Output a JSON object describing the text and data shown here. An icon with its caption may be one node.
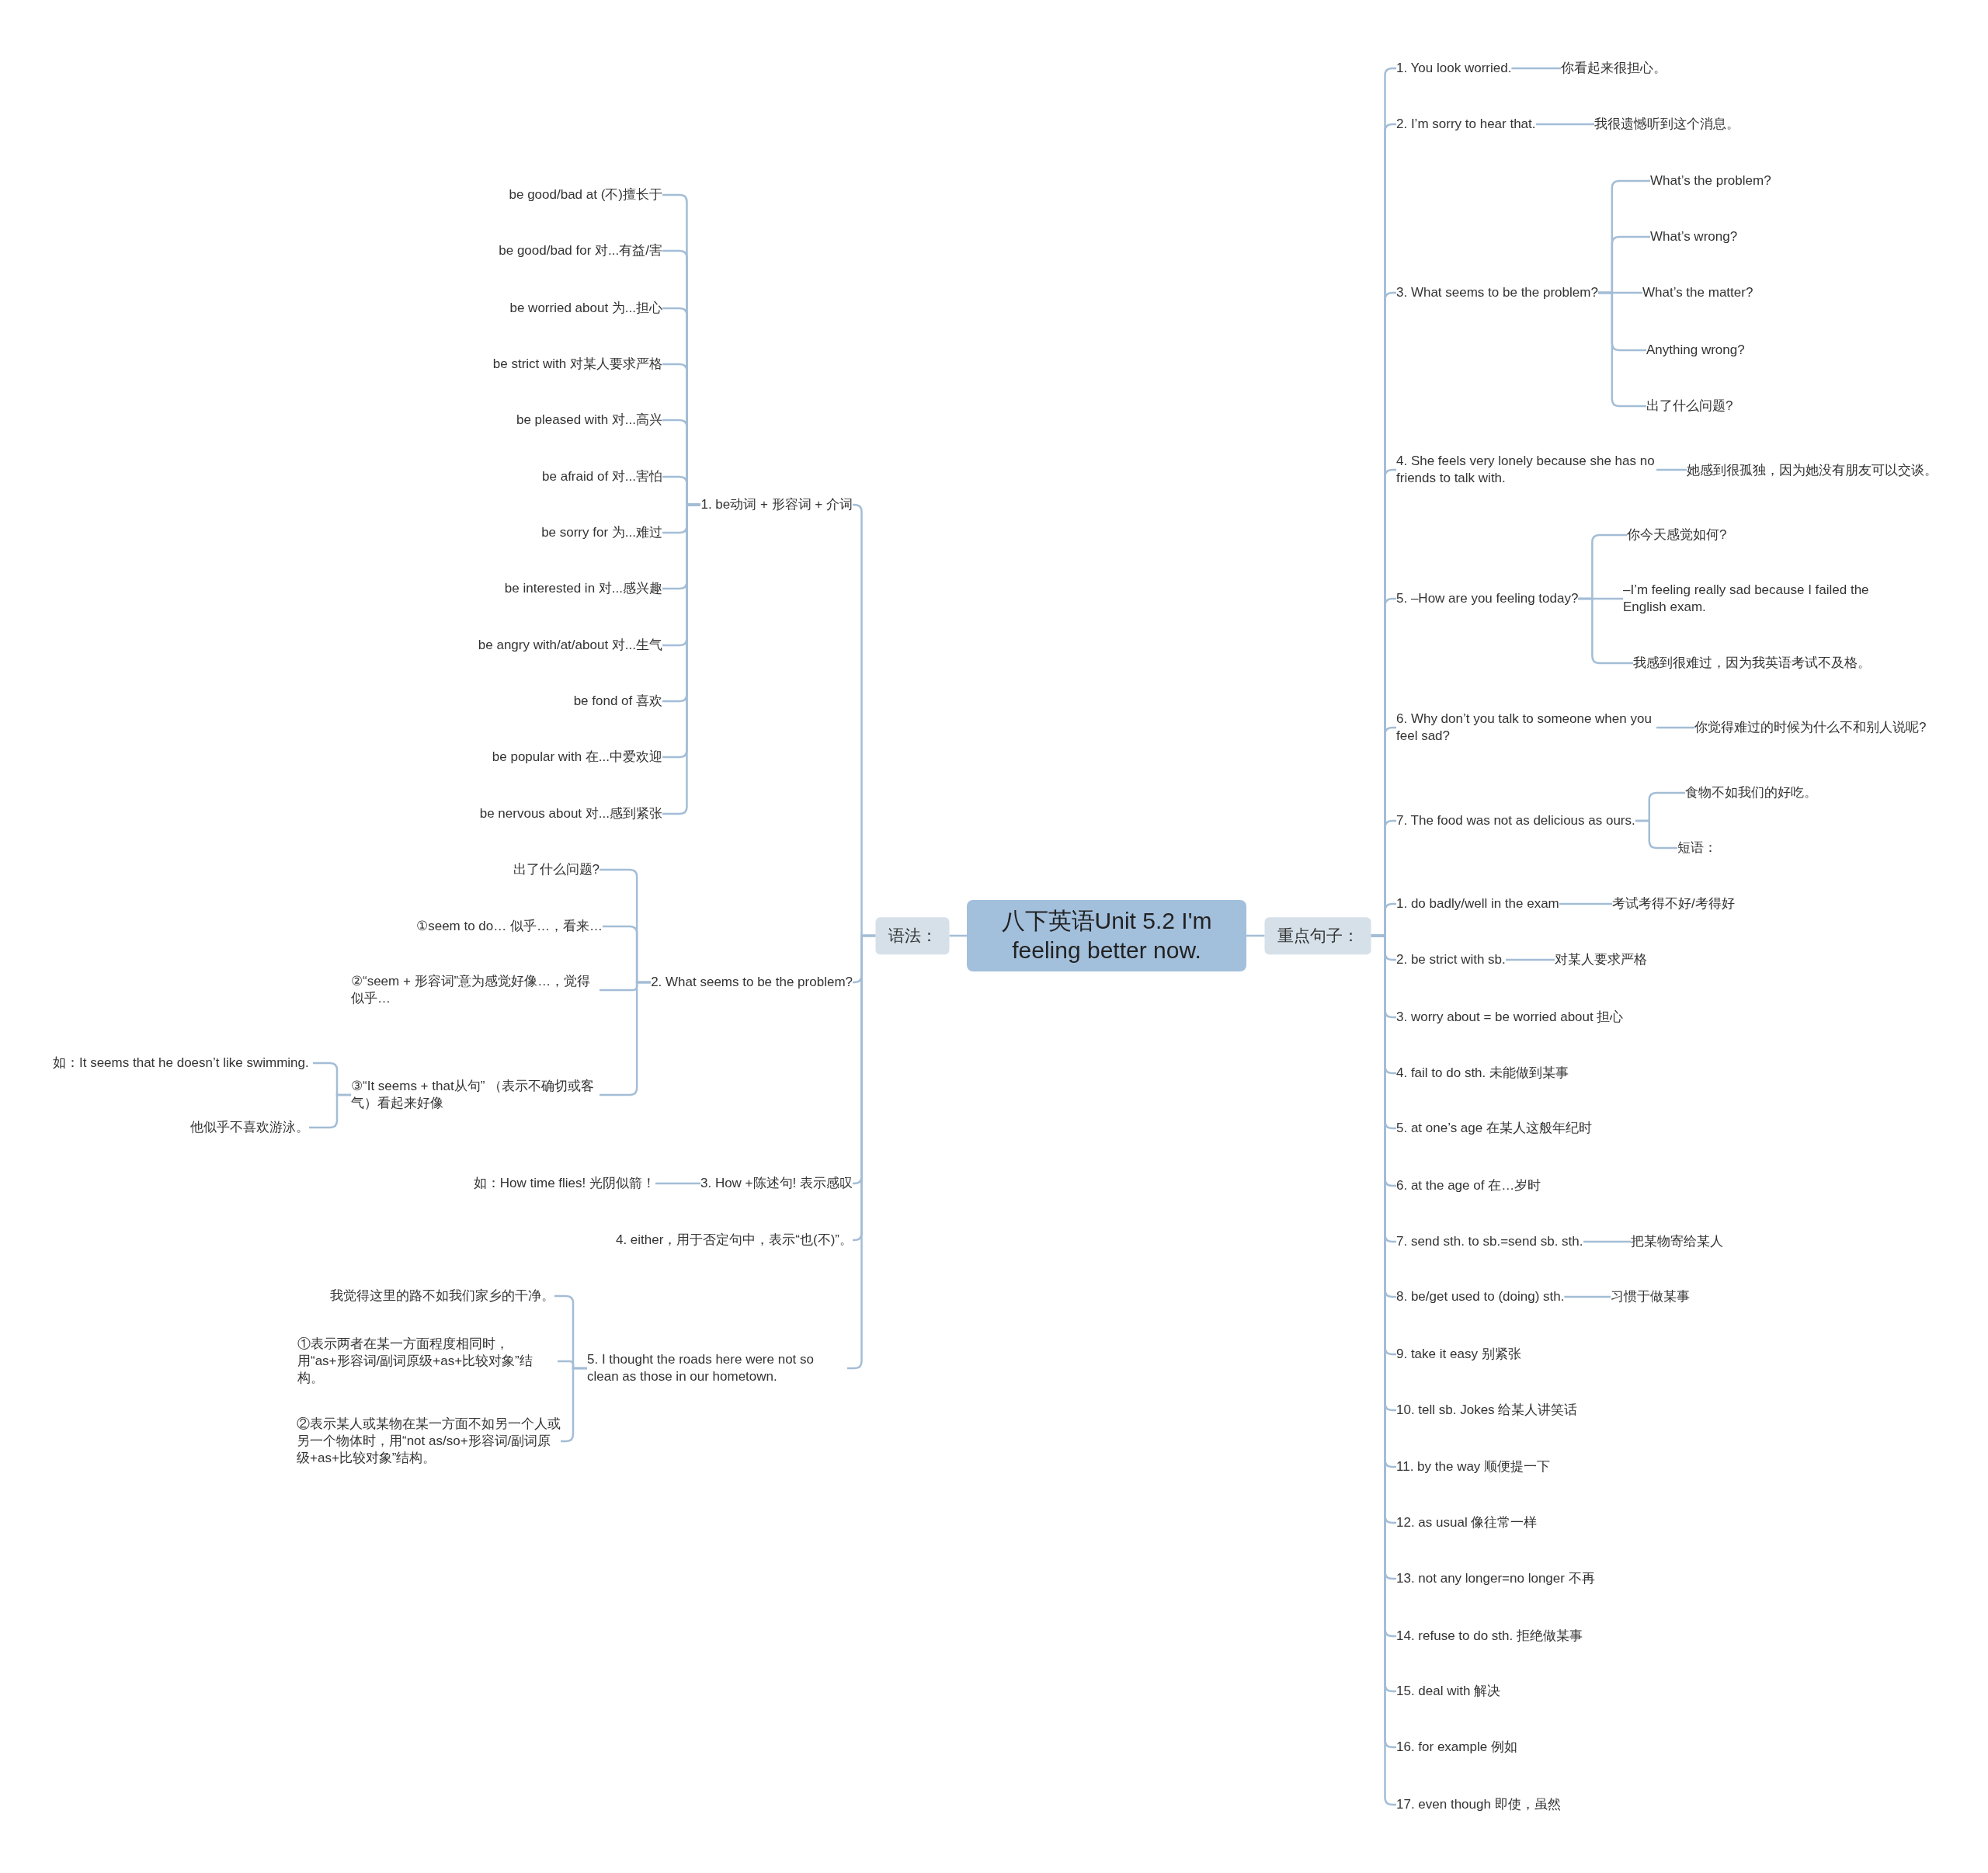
{
  "diagram": {
    "nodes": [
      {
        "text": [
          "八下英语Unit 5.2 I'm feeling better now."
        ]
      },
      {
        "text": [
          "语法："
        ]
      },
      {
        "text": [
          "重点句子："
        ]
      },
      {
        "text": [
          "1. be动词 + 形容词 + 介词"
        ]
      },
      {
        "text": [
          "be good/bad at (不)擅长于"
        ]
      },
      {
        "text": [
          "be good/bad for 对...有益/害"
        ]
      },
      {
        "text": [
          "be worried about 为...担心"
        ]
      },
      {
        "text": [
          "be strict with 对某人要求严格"
        ]
      },
      {
        "text": [
          "be pleased with 对...高兴"
        ]
      },
      {
        "text": [
          "be afraid of 对...害怕"
        ]
      },
      {
        "text": [
          "be sorry for 为...难过"
        ]
      },
      {
        "text": [
          "be interested in 对...感兴趣"
        ]
      },
      {
        "text": [
          "be angry with/at/about 对...生气"
        ]
      },
      {
        "text": [
          "be fond of 喜欢"
        ]
      },
      {
        "text": [
          "be popular with 在...中爱欢迎"
        ]
      },
      {
        "text": [
          "be nervous about 对...感到紧张"
        ]
      },
      {
        "text": [
          "2. What seems to be the problem?"
        ]
      },
      {
        "text": [
          "出了什么问题?"
        ]
      },
      {
        "text": [
          "①seem to do… 似乎…，看来…"
        ]
      },
      {
        "text": [
          "②“seem + 形容词”意为感觉好像…，觉得似乎…"
        ]
      },
      {
        "text": [
          "③“It seems + that从句” （表示不确切或客气）看起来好像"
        ]
      },
      {
        "text": [
          "如：It seems that he doesn’t like swimming."
        ]
      },
      {
        "text": [
          "他似乎不喜欢游泳。"
        ]
      },
      {
        "text": [
          "3. How +陈述句! 表示感叹"
        ]
      },
      {
        "text": [
          "如：How time flies! 光阴似箭！"
        ]
      },
      {
        "text": [
          "4. either，用于否定句中，表示“也(不)”。"
        ]
      },
      {
        "text": [
          "5. I thought the roads here were not so clean as those in our hometown."
        ]
      },
      {
        "text": [
          "我觉得这里的路不如我们家乡的干净。"
        ]
      },
      {
        "text": [
          "①表示两者在某一方面程度相同时，用“as+形容词/副词原级+as+比较对象”结构。"
        ]
      },
      {
        "text": [
          "②表示某人或某物在某一方面不如另一个人或另一个物体时，用“not as/so+形容词/副词原级+as+比较对象”结构。"
        ]
      },
      {
        "text": [
          "1. You look worried."
        ]
      },
      {
        "text": [
          "你看起来很担心。"
        ]
      },
      {
        "text": [
          "2. I’m sorry to hear that."
        ]
      },
      {
        "text": [
          "我很遗憾听到这个消息。"
        ]
      },
      {
        "text": [
          "3. What seems to be the problem?"
        ]
      },
      {
        "text": [
          "What’s the problem?"
        ]
      },
      {
        "text": [
          "What’s wrong?"
        ]
      },
      {
        "text": [
          "What’s the matter?"
        ]
      },
      {
        "text": [
          "Anything wrong?"
        ]
      },
      {
        "text": [
          "出了什么问题?"
        ]
      },
      {
        "text": [
          "4. She feels very lonely because she has no friends to talk with."
        ]
      },
      {
        "text": [
          "她感到很孤独，因为她没有朋友可以交谈。"
        ]
      },
      {
        "text": [
          "5. –How are you feeling today?"
        ]
      },
      {
        "text": [
          "你今天感觉如何?"
        ]
      },
      {
        "text": [
          "–I’m feeling really sad because I failed the English exam."
        ]
      },
      {
        "text": [
          "我感到很难过，因为我英语考试不及格。"
        ]
      },
      {
        "text": [
          "6. Why don’t you talk to someone when you feel sad?"
        ]
      },
      {
        "text": [
          "你觉得难过的时候为什么不和别人说呢?"
        ]
      },
      {
        "text": [
          "7. The food was not as delicious as ours."
        ]
      },
      {
        "text": [
          "食物不如我们的好吃。"
        ]
      },
      {
        "text": [
          "短语："
        ]
      },
      {
        "text": [
          "1. do badly/well in the exam"
        ]
      },
      {
        "text": [
          "考试考得不好/考得好"
        ]
      },
      {
        "text": [
          "2. be strict with sb."
        ]
      },
      {
        "text": [
          "对某人要求严格"
        ]
      },
      {
        "text": [
          "3. worry about = be worried about 担心"
        ]
      },
      {
        "text": [
          "4. fail to do sth. 未能做到某事"
        ]
      },
      {
        "text": [
          "5. at one’s age 在某人这般年纪时"
        ]
      },
      {
        "text": [
          "6. at the age of 在…岁时"
        ]
      },
      {
        "text": [
          "7. send sth. to sb.=send sb. sth."
        ]
      },
      {
        "text": [
          "把某物寄给某人"
        ]
      },
      {
        "text": [
          "8. be/get used to (doing) sth."
        ]
      },
      {
        "text": [
          "习惯于做某事"
        ]
      },
      {
        "text": [
          "9. take it easy 别紧张"
        ]
      },
      {
        "text": [
          "10. tell sb. Jokes 给某人讲笑话"
        ]
      },
      {
        "text": [
          "11. by the way 顺便提一下"
        ]
      },
      {
        "text": [
          "12. as usual 像往常一样"
        ]
      },
      {
        "text": [
          "13. not any longer=no longer 不再"
        ]
      },
      {
        "text": [
          "14. refuse to do sth. 拒绝做某事"
        ]
      },
      {
        "text": [
          "15. deal with 解决"
        ]
      },
      {
        "text": [
          "16. for example 例如"
        ]
      },
      {
        "text": [
          "17. even though 即使，虽然"
        ]
      }
    ],
    "edges": [
      {
        "from": 0,
        "to": 1,
        "arrow": "none"
      },
      {
        "from": 0,
        "to": 2,
        "arrow": "none"
      },
      {
        "from": 1,
        "to": 3,
        "arrow": "none"
      },
      {
        "from": 3,
        "to": 4,
        "arrow": "none"
      },
      {
        "from": 3,
        "to": 5,
        "arrow": "none"
      },
      {
        "from": 3,
        "to": 6,
        "arrow": "none"
      },
      {
        "from": 3,
        "to": 7,
        "arrow": "none"
      },
      {
        "from": 3,
        "to": 8,
        "arrow": "none"
      },
      {
        "from": 3,
        "to": 9,
        "arrow": "none"
      },
      {
        "from": 3,
        "to": 10,
        "arrow": "none"
      },
      {
        "from": 3,
        "to": 11,
        "arrow": "none"
      },
      {
        "from": 3,
        "to": 12,
        "arrow": "none"
      },
      {
        "from": 3,
        "to": 13,
        "arrow": "none"
      },
      {
        "from": 3,
        "to": 14,
        "arrow": "none"
      },
      {
        "from": 3,
        "to": 15,
        "arrow": "none"
      },
      {
        "from": 1,
        "to": 16,
        "arrow": "none"
      },
      {
        "from": 16,
        "to": 17,
        "arrow": "none"
      },
      {
        "from": 16,
        "to": 18,
        "arrow": "none"
      },
      {
        "from": 16,
        "to": 19,
        "arrow": "none"
      },
      {
        "from": 16,
        "to": 20,
        "arrow": "none"
      },
      {
        "from": 20,
        "to": 21,
        "arrow": "none"
      },
      {
        "from": 20,
        "to": 22,
        "arrow": "none"
      },
      {
        "from": 1,
        "to": 23,
        "arrow": "none"
      },
      {
        "from": 23,
        "to": 24,
        "arrow": "none"
      },
      {
        "from": 1,
        "to": 25,
        "arrow": "none"
      },
      {
        "from": 1,
        "to": 26,
        "arrow": "none"
      },
      {
        "from": 26,
        "to": 27,
        "arrow": "none"
      },
      {
        "from": 26,
        "to": 28,
        "arrow": "none"
      },
      {
        "from": 26,
        "to": 29,
        "arrow": "none"
      },
      {
        "from": 2,
        "to": 30,
        "arrow": "none"
      },
      {
        "from": 30,
        "to": 31,
        "arrow": "none"
      },
      {
        "from": 2,
        "to": 32,
        "arrow": "none"
      },
      {
        "from": 32,
        "to": 33,
        "arrow": "none"
      },
      {
        "from": 2,
        "to": 34,
        "arrow": "none"
      },
      {
        "from": 34,
        "to": 35,
        "arrow": "none"
      },
      {
        "from": 34,
        "to": 36,
        "arrow": "none"
      },
      {
        "from": 34,
        "to": 37,
        "arrow": "none"
      },
      {
        "from": 34,
        "to": 38,
        "arrow": "none"
      },
      {
        "from": 34,
        "to": 39,
        "arrow": "none"
      },
      {
        "from": 2,
        "to": 40,
        "arrow": "none"
      },
      {
        "from": 40,
        "to": 41,
        "arrow": "none"
      },
      {
        "from": 2,
        "to": 42,
        "arrow": "none"
      },
      {
        "from": 42,
        "to": 43,
        "arrow": "none"
      },
      {
        "from": 42,
        "to": 44,
        "arrow": "none"
      },
      {
        "from": 42,
        "to": 45,
        "arrow": "none"
      },
      {
        "from": 2,
        "to": 46,
        "arrow": "none"
      },
      {
        "from": 46,
        "to": 47,
        "arrow": "none"
      },
      {
        "from": 2,
        "to": 48,
        "arrow": "none"
      },
      {
        "from": 48,
        "to": 49,
        "arrow": "none"
      },
      {
        "from": 48,
        "to": 50,
        "arrow": "none"
      },
      {
        "from": 2,
        "to": 51,
        "arrow": "none"
      },
      {
        "from": 51,
        "to": 52,
        "arrow": "none"
      },
      {
        "from": 2,
        "to": 53,
        "arrow": "none"
      },
      {
        "from": 53,
        "to": 54,
        "arrow": "none"
      },
      {
        "from": 2,
        "to": 55,
        "arrow": "none"
      },
      {
        "from": 2,
        "to": 56,
        "arrow": "none"
      },
      {
        "from": 2,
        "to": 57,
        "arrow": "none"
      },
      {
        "from": 2,
        "to": 58,
        "arrow": "none"
      },
      {
        "from": 2,
        "to": 59,
        "arrow": "none"
      },
      {
        "from": 59,
        "to": 60,
        "arrow": "none"
      },
      {
        "from": 2,
        "to": 61,
        "arrow": "none"
      },
      {
        "from": 61,
        "to": 62,
        "arrow": "none"
      },
      {
        "from": 2,
        "to": 63,
        "arrow": "none"
      },
      {
        "from": 2,
        "to": 64,
        "arrow": "none"
      },
      {
        "from": 2,
        "to": 65,
        "arrow": "none"
      },
      {
        "from": 2,
        "to": 66,
        "arrow": "none"
      },
      {
        "from": 2,
        "to": 67,
        "arrow": "none"
      },
      {
        "from": 2,
        "to": 68,
        "arrow": "none"
      },
      {
        "from": 2,
        "to": 69,
        "arrow": "none"
      },
      {
        "from": 2,
        "to": 70,
        "arrow": "none"
      },
      {
        "from": 2,
        "to": 71,
        "arrow": "none"
      }
    ]
  }
}
